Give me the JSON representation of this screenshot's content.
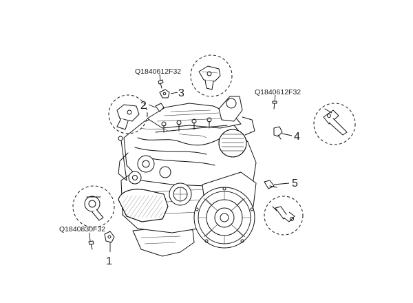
{
  "callouts": [
    {
      "id": "1",
      "label": "1"
    },
    {
      "id": "2",
      "label": "2"
    },
    {
      "id": "3",
      "label": "3"
    },
    {
      "id": "4",
      "label": "4"
    },
    {
      "id": "5",
      "label": "5"
    }
  ],
  "part_numbers": {
    "top_left": "Q1840612F32",
    "right": "Q1840612F32",
    "bottom_left": "Q1840830F32"
  }
}
